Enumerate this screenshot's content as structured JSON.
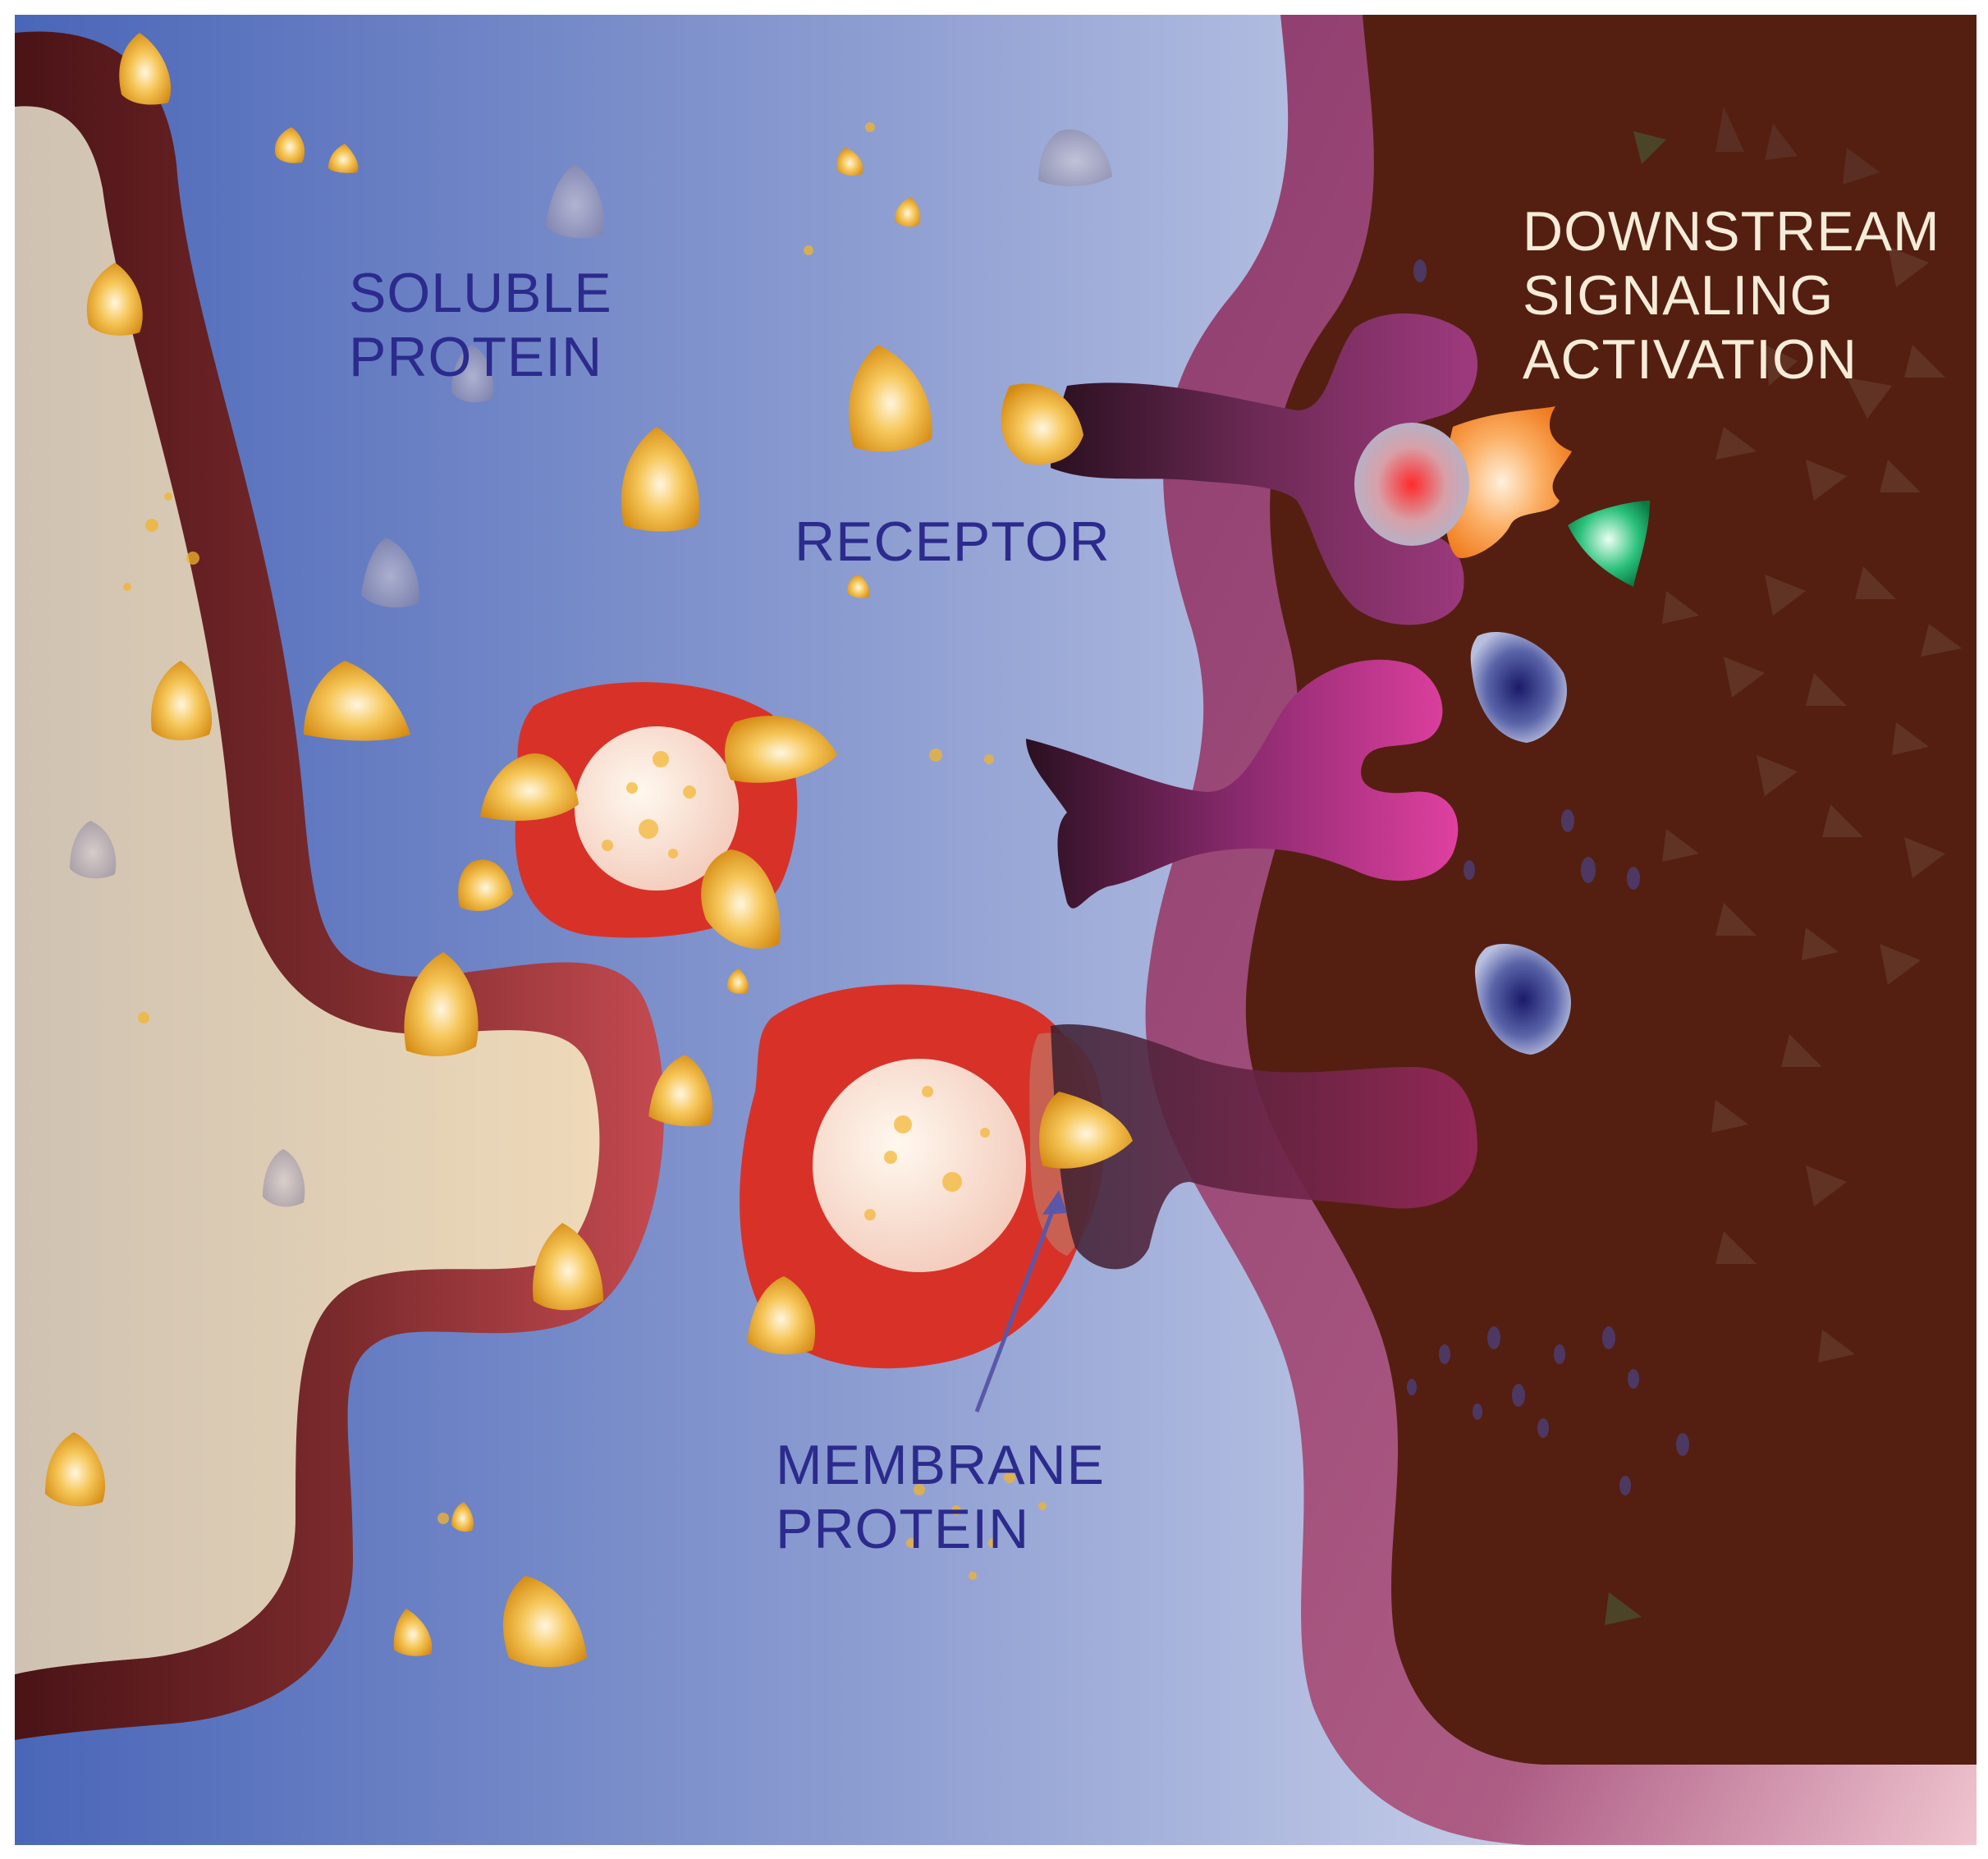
{
  "labels": {
    "soluble_protein": [
      "SOLUBLE",
      "PROTEIN"
    ],
    "receptor": "RECEPTOR",
    "membrane_protein": [
      "MEMBRANE",
      "PROTEIN"
    ],
    "downstream": [
      "DOWNSTREAM",
      "SIGNALING",
      "ACTIVATION"
    ]
  },
  "colors": {
    "extracellular_left": "#4a66b8",
    "extracellular_right": "#e4e7f4",
    "secreting_cell_cytoplasm": "#dccbb0",
    "secreting_cell_membrane": "#6b2428",
    "target_cell_cytoplasm": "#541f10",
    "target_cell_membrane": "#a55880",
    "vesicle_outer": "#d83228",
    "vesicle_lumen": "#f5dcc4",
    "ligand_protein": "#f2b42c",
    "receptor_body": "#8a2a6a",
    "kinase_orange": "#f58a2a",
    "adaptor_green": "#18a060",
    "signal_blue": "#3a3f8a",
    "label_text_dark": "#2c2a8c",
    "label_text_light": "#f6ecd9"
  }
}
